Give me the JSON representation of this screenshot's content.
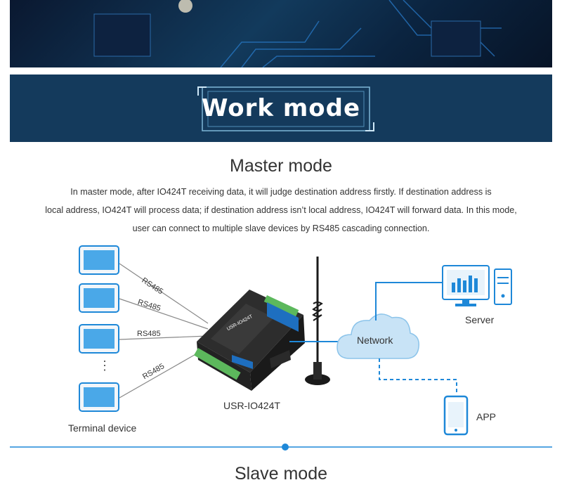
{
  "banner": {
    "title": "Work mode"
  },
  "master": {
    "title": "Master mode",
    "description_lines": [
      "In master mode, after IO424T receiving data, it will judge destination address firstly. If destination address is",
      "local address, IO424T will process data; if destination address isn’t local address, IO424T will forward data. In this mode,",
      "user can connect to multiple slave devices by RS485 cascading connection."
    ]
  },
  "diagram": {
    "rs485_labels": [
      "RS485",
      "RS485",
      "RS485",
      "RS485"
    ],
    "ellipsis": "⋮",
    "terminal_label": "Terminal device",
    "device_label": "USR-IO424T",
    "device_face_text": "USR-IO424T",
    "network_label": "Network",
    "server_label": "Server",
    "app_label": "APP"
  },
  "slave": {
    "title": "Slave mode"
  },
  "colors": {
    "banner_bg": "#143a5c",
    "accent_blue": "#1e88d8",
    "text": "#333333"
  }
}
